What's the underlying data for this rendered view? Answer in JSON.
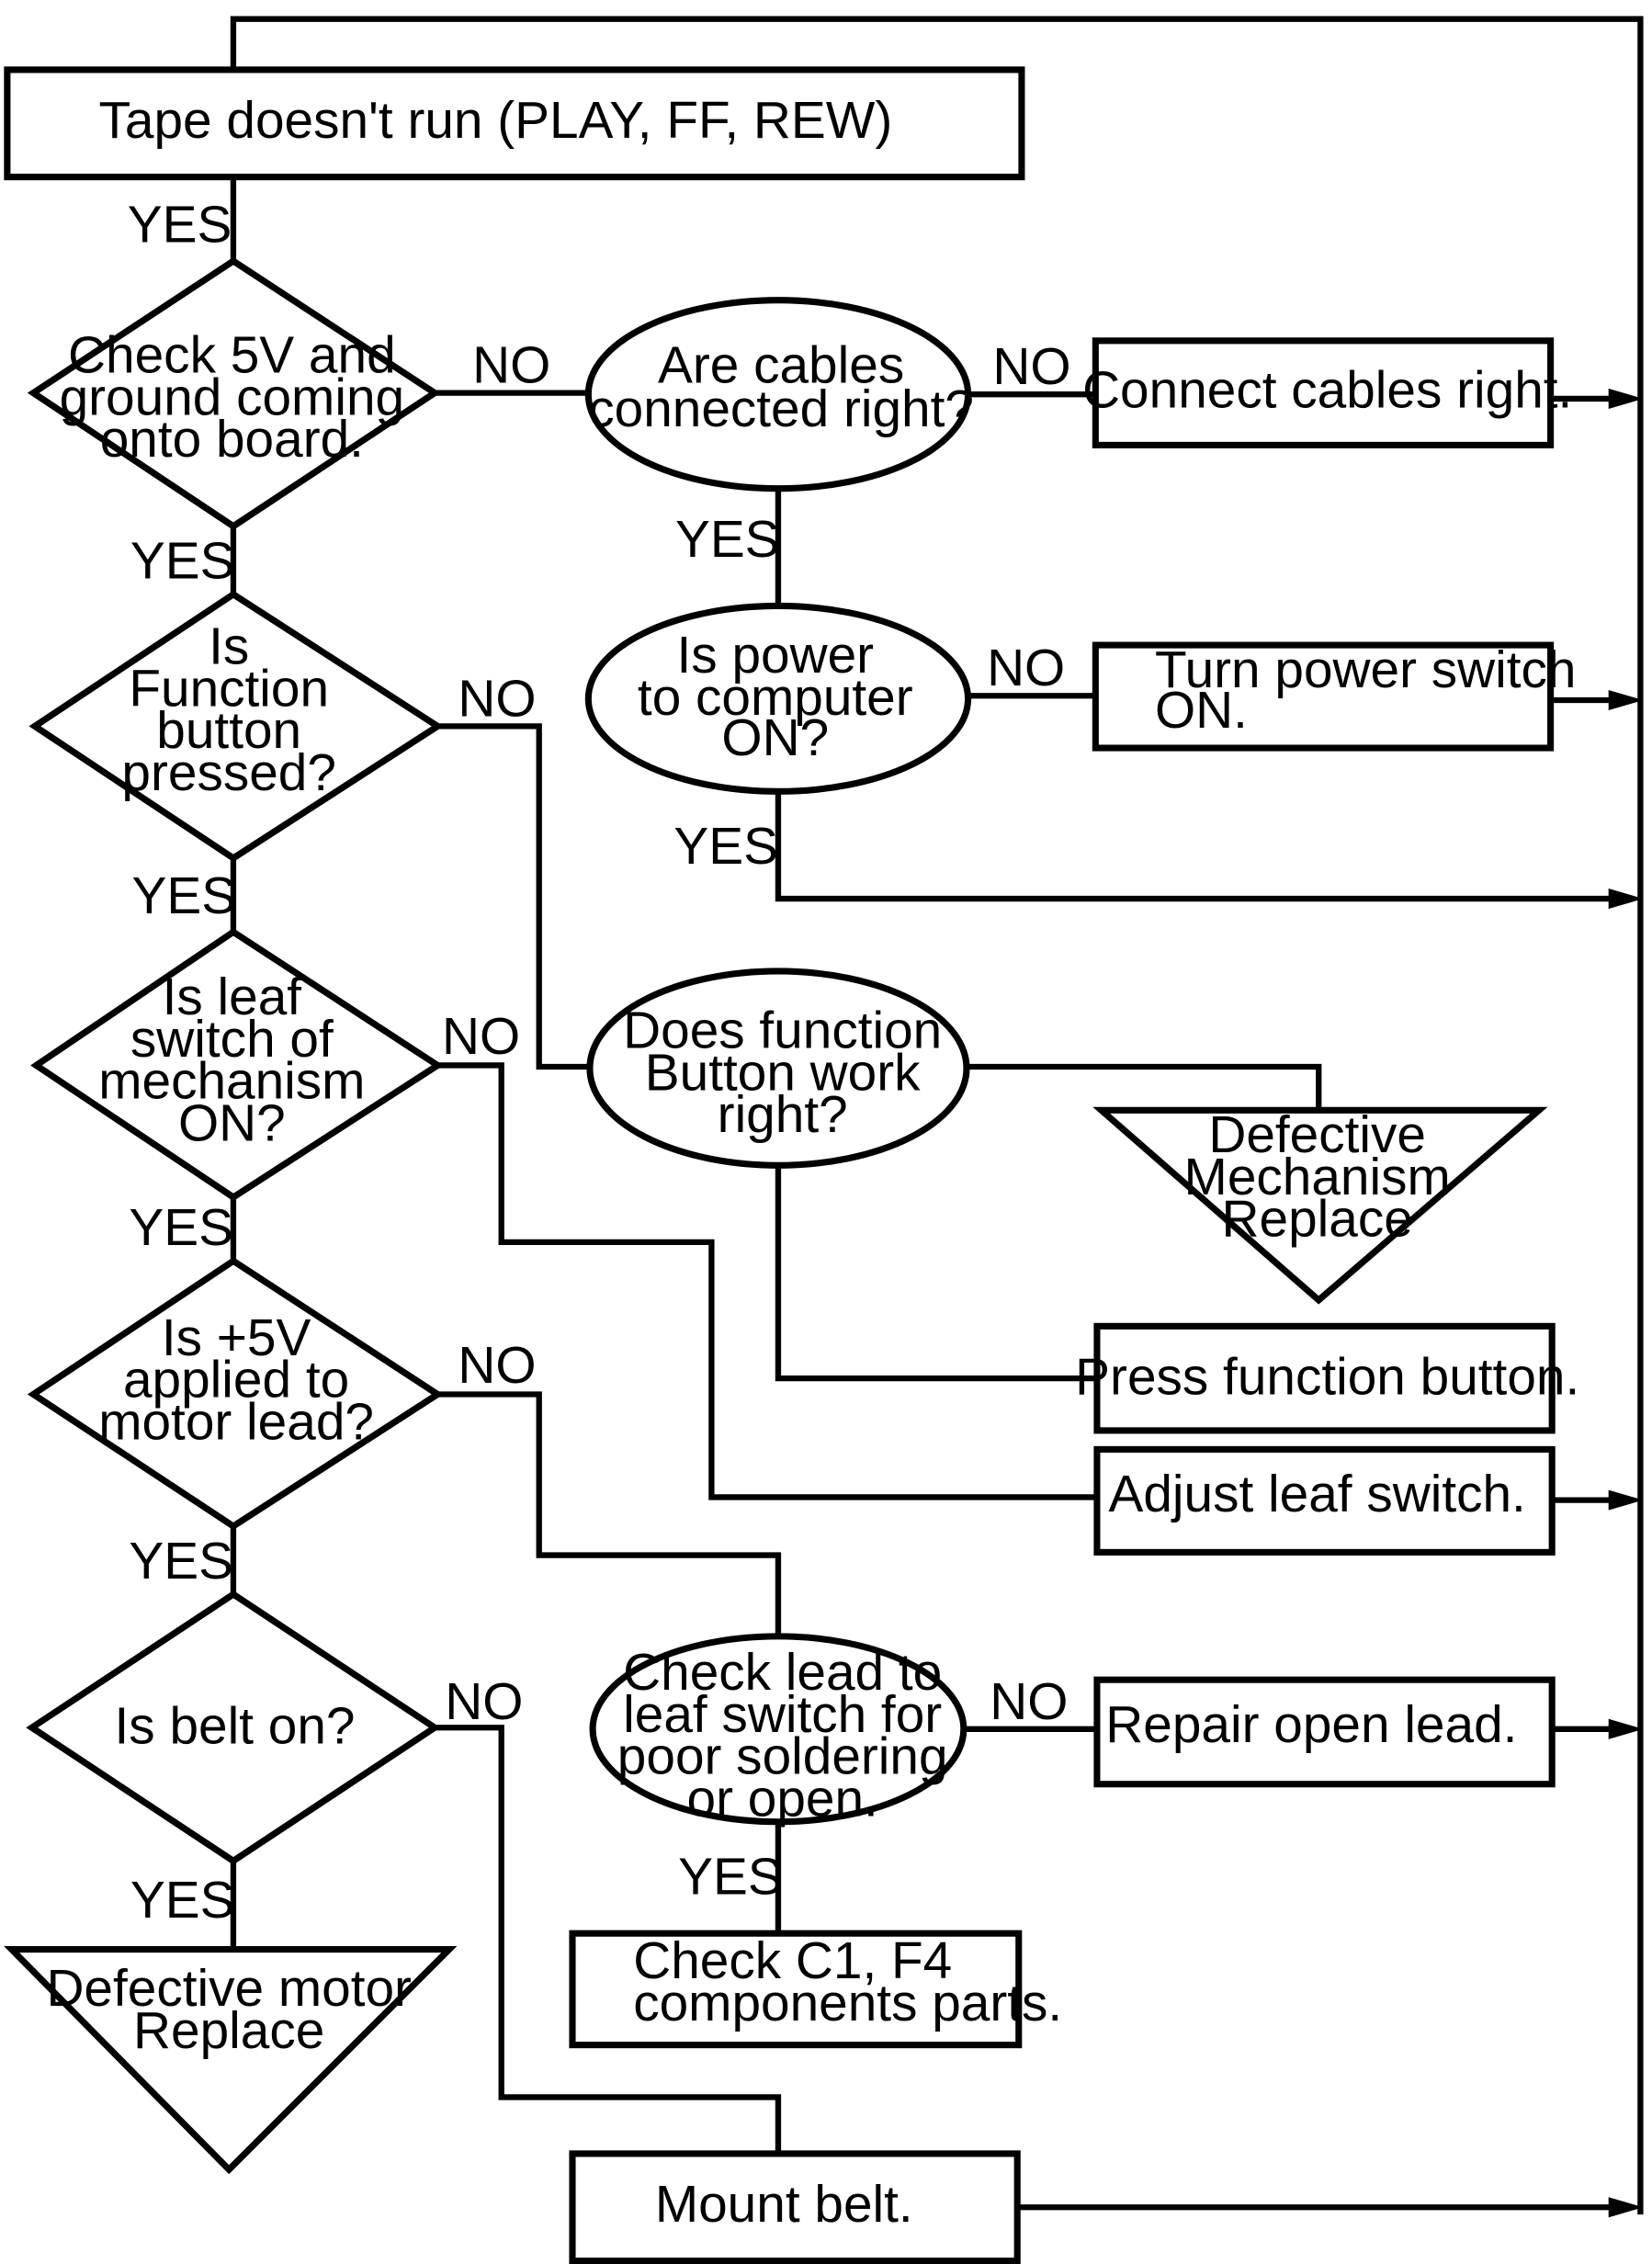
{
  "start": {
    "text": "Tape doesn't run (PLAY, FF, REW)"
  },
  "decisions": {
    "check_5v": [
      "Check 5V and",
      "ground coming",
      "onto board."
    ],
    "function_pressed": [
      "Is",
      "Function",
      "button",
      "pressed?"
    ],
    "leaf_switch": [
      "Is leaf",
      "switch of",
      "mechanism",
      "ON?"
    ],
    "plus5v_motor": [
      "Is +5V",
      "applied to",
      "motor lead?"
    ],
    "belt_on": [
      "Is belt on?"
    ],
    "cables_connected": [
      "Are cables",
      "connected right?"
    ],
    "power_on": [
      "Is power",
      "to computer",
      "ON?"
    ],
    "function_works": [
      "Does function",
      "Button work",
      "right?"
    ],
    "check_lead": [
      "Check lead to",
      "leaf switch for",
      "poor soldering",
      "or open."
    ]
  },
  "actions": {
    "connect_cables": [
      "Connect cables right."
    ],
    "turn_power": [
      "Turn power switch",
      "ON."
    ],
    "press_function": [
      "Press function button."
    ],
    "adjust_leaf": [
      "Adjust leaf switch."
    ],
    "repair_lead": [
      "Repair open lead."
    ],
    "check_c1": [
      "Check C1, F4",
      "components parts."
    ],
    "mount_belt": [
      "Mount belt."
    ]
  },
  "terminals": {
    "defective_mechanism": [
      "Defective",
      "Mechanism",
      "Replace"
    ],
    "defective_motor": [
      "Defective motor",
      "Replace"
    ]
  },
  "labels": {
    "yes": "YES",
    "no": "NO"
  }
}
